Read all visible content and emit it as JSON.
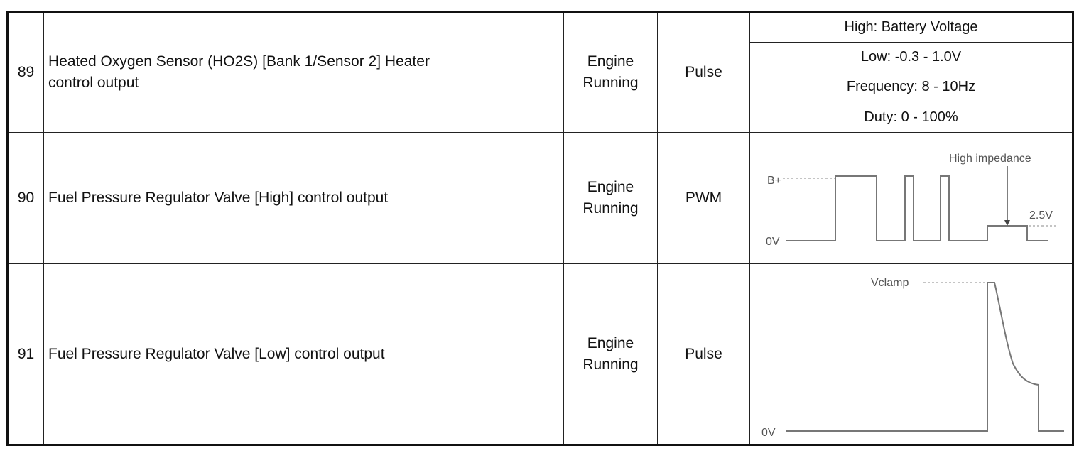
{
  "rows": [
    {
      "num": "89",
      "description_line1": "Heated Oxygen Sensor (HO2S) [Bank 1/Sensor 2] Heater",
      "description_line2": "control output",
      "condition_line1": "Engine",
      "condition_line2": "Running",
      "type": "Pulse",
      "specs": [
        "High: Battery Voltage",
        "Low: -0.3 - 1.0V",
        "Frequency: 8 - 10Hz",
        "Duty: 0 - 100%"
      ]
    },
    {
      "num": "90",
      "description": "Fuel Pressure Regulator Valve [High] control output",
      "condition_line1": "Engine",
      "condition_line2": "Running",
      "type": "PWM",
      "waveform": {
        "label_b_plus": "B+",
        "label_0v": "0V",
        "label_high_impedance": "High impedance",
        "label_2_5v": "2.5V"
      }
    },
    {
      "num": "91",
      "description": "Fuel Pressure Regulator Valve [Low] control output",
      "condition_line1": "Engine",
      "condition_line2": "Running",
      "type": "Pulse",
      "waveform": {
        "label_vclamp": "Vclamp",
        "label_0v": "0V"
      }
    }
  ]
}
